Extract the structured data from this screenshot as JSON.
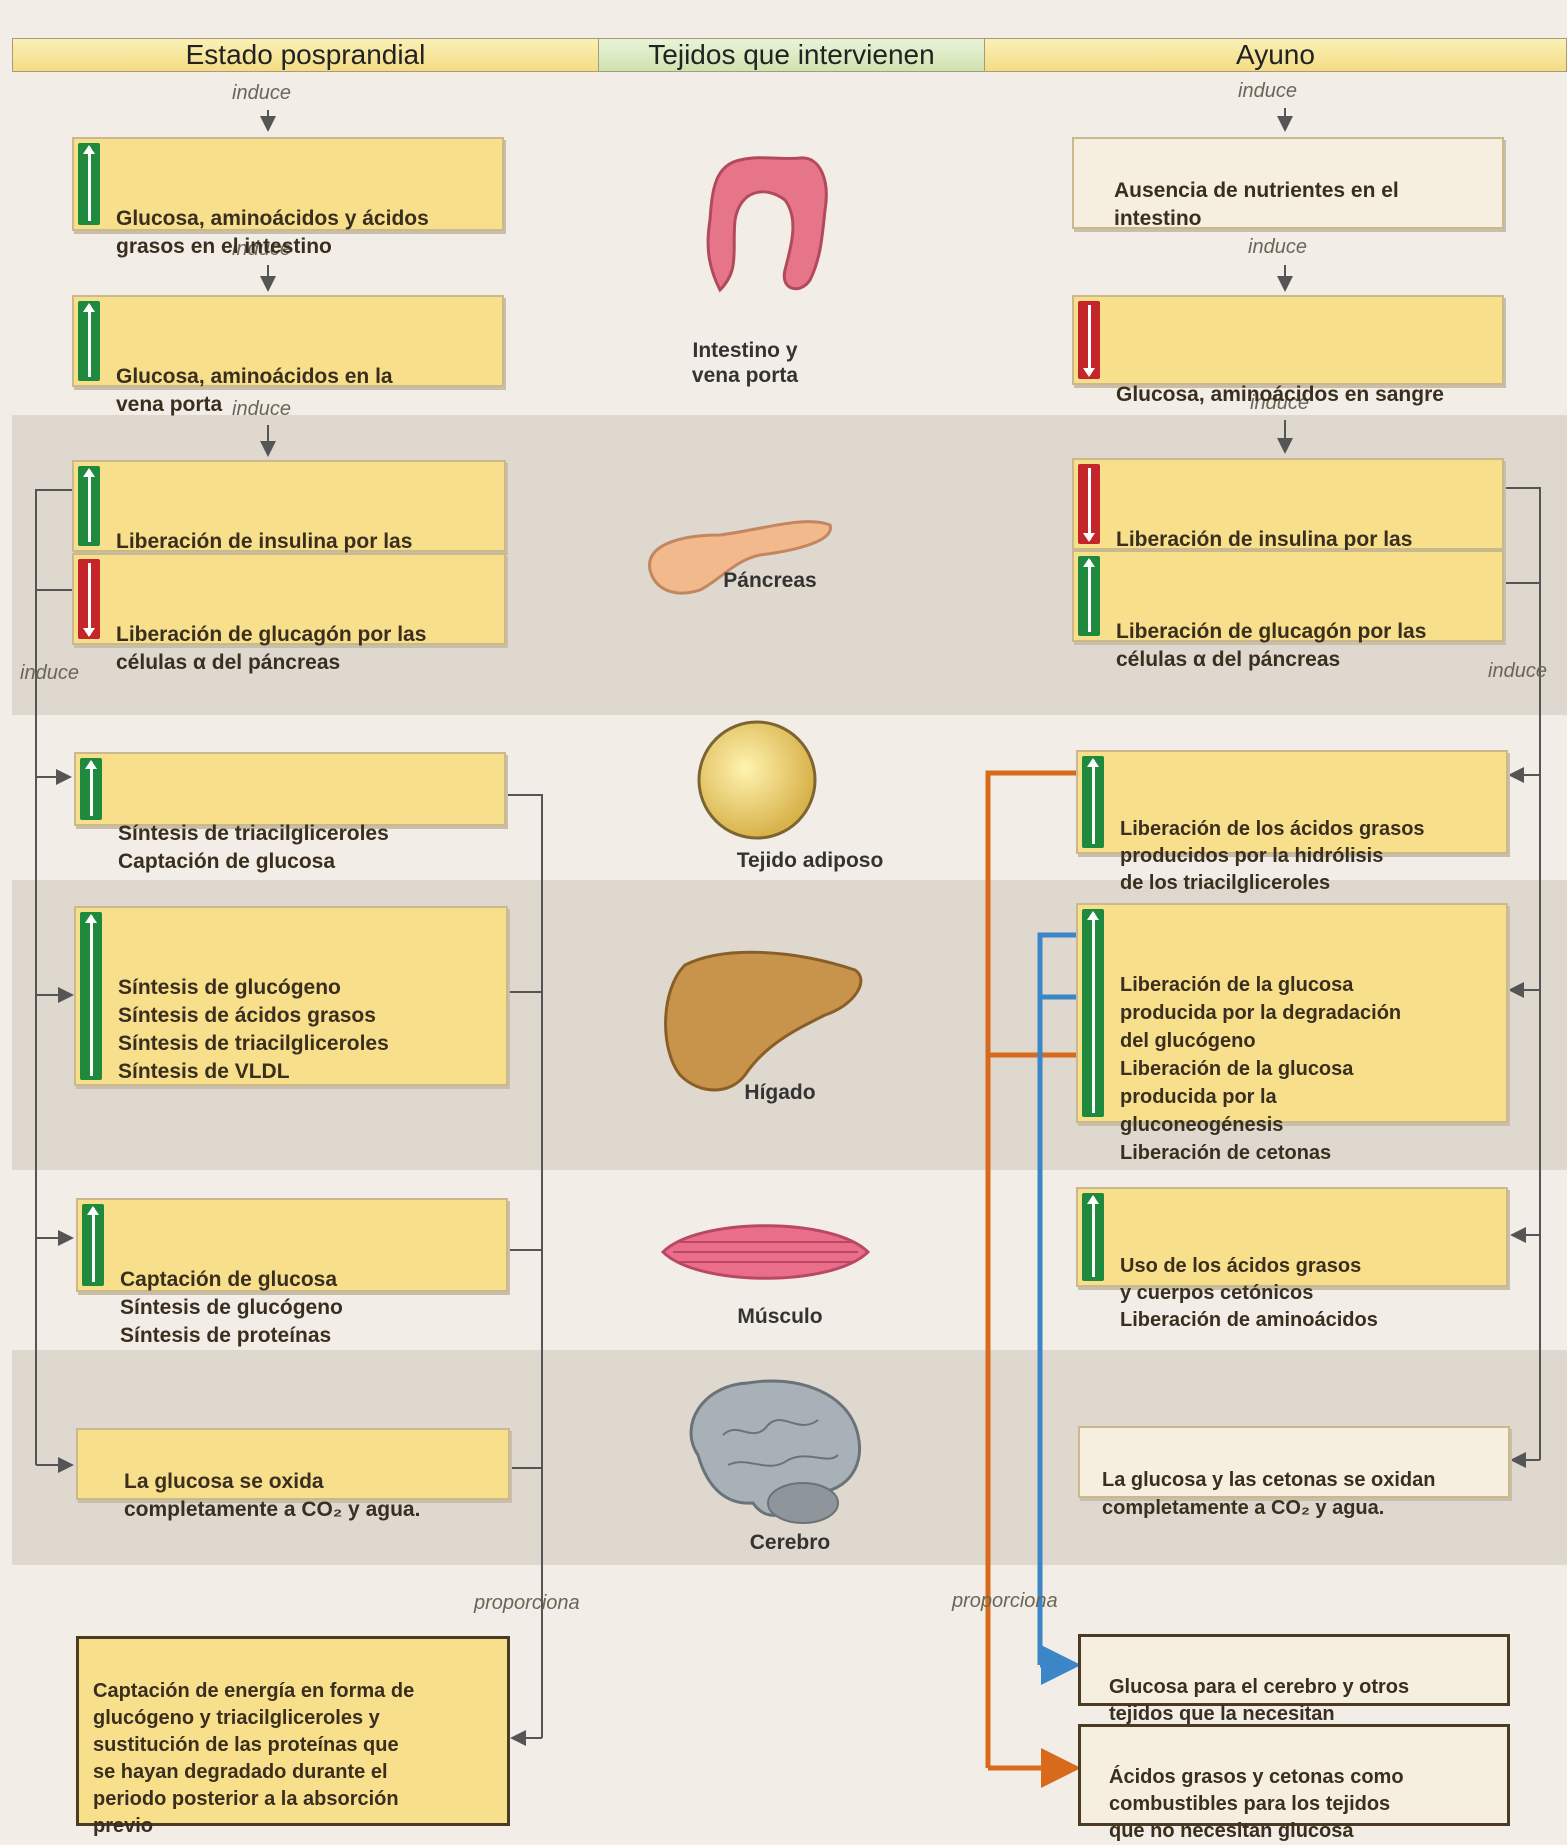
{
  "headers": {
    "posprandial": "Estado posprandial",
    "tejidos": "Tejidos que intervienen",
    "ayuno": "Ayuno"
  },
  "labels": {
    "induce": "induce",
    "proporciona": "proporciona"
  },
  "left": {
    "glucosa_intestino": "Glucosa, aminoácidos y ácidos\ngrasos en el intestino",
    "glucosa_porta": "Glucosa, aminoácidos en la\nvena porta",
    "insulina": "Liberación de insulina por las\ncélulas β del páncreas",
    "glucagon": "Liberación de glucagón por las\ncélulas α del páncreas",
    "adiposo": "Síntesis de triacilgliceroles\nCaptación de glucosa",
    "higado": "Síntesis de glucógeno\nSíntesis de ácidos grasos\nSíntesis de triacilgliceroles\nSíntesis de VLDL",
    "musculo": "Captación de glucosa\nSíntesis de glucógeno\nSíntesis de proteínas",
    "cerebro": "La glucosa se oxida\ncompletamente a CO₂ y agua.",
    "final": "Captación de energía en forma de\nglucógeno y triacilgliceroles y\nsustitución de las proteínas que\nse hayan degradado durante el\nperiodo posterior a la absorción\nprevio"
  },
  "right": {
    "ausencia": "Ausencia de nutrientes en el\nintestino",
    "glucosa_sangre": "Glucosa, aminoácidos en sangre",
    "insulina": "Liberación de insulina por las\ncélulas β del páncreas",
    "glucagon": "Liberación de glucagón por las\ncélulas α del páncreas",
    "adiposo": "Liberación de los ácidos grasos\nproducidos por la hidrólisis\nde los triacilgliceroles",
    "higado": "Liberación de la glucosa\n  producida por la degradación\n  del glucógeno\nLiberación de la glucosa\n  producida por la\n  gluconeogénesis\nLiberación de cetonas",
    "musculo": "Uso de los ácidos grasos\n  y cuerpos cetónicos\nLiberación de aminoácidos",
    "cerebro": "La glucosa y las cetonas se oxidan\ncompletamente a CO₂ y agua.",
    "final_glucosa": "Glucosa para el cerebro y otros\ntejidos que la necesitan",
    "final_acidos": "Ácidos grasos y cetonas como\ncombustibles para los tejidos\nque no necesitan glucosa"
  },
  "organs": {
    "intestino": "Intestino y\nvena porta",
    "pancreas": "Páncreas",
    "adiposo": "Tejido adiposo",
    "higado": "Hígado",
    "musculo": "Músculo",
    "cerebro": "Cerebro"
  },
  "colors": {
    "up": "#1f8a3e",
    "down": "#c4252a",
    "box": "#f7df8c",
    "orange": "#d86a1c",
    "blue": "#3a86c6"
  }
}
